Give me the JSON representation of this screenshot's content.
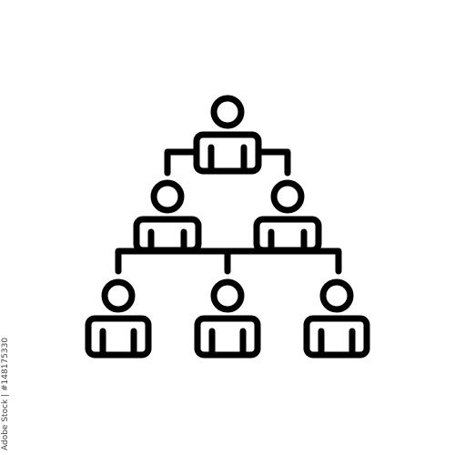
{
  "icon": {
    "name": "hierarchy-org-chart-icon",
    "stroke_color": "#000000",
    "background_color": "#ffffff",
    "levels": [
      {
        "level": 1,
        "people": 1
      },
      {
        "level": 2,
        "people": 2
      },
      {
        "level": 3,
        "people": 3
      }
    ]
  },
  "stock_id": "Adobe Stock | #148175330"
}
